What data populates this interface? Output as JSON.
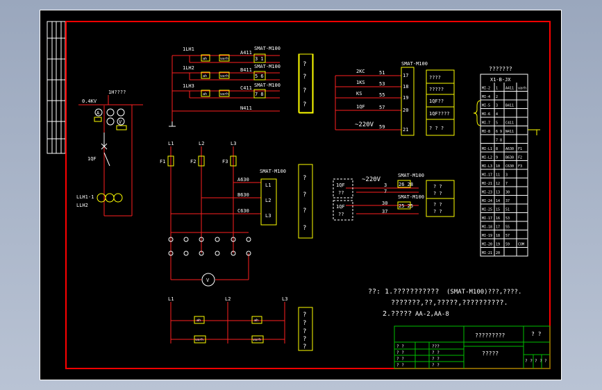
{
  "drawing": {
    "colors": {
      "background": "#000000",
      "frame": "#ff0000",
      "wire": "#ff2020",
      "component": "#ffff00",
      "text": "#ffffff",
      "table_line": "#00c000"
    },
    "left_panel": {
      "bus_label": "1H????",
      "voltage_label": "0.4KV",
      "meter_A": "A",
      "meter_V": "V",
      "switch_label": "1QF",
      "ct_label_1": "LLH1-1",
      "ct_label_2": "LLH2"
    },
    "top_circuit": {
      "coil_labels": [
        "1LH1",
        "1LH2",
        "1LH3"
      ],
      "relay_labels": [
        "ah",
        "ah",
        "ah"
      ],
      "relay2_labels": [
        "varh",
        "varh",
        "varh"
      ],
      "wire_numbers": [
        "A411",
        "B411",
        "C411",
        "N411"
      ],
      "module_labels": [
        "SMAT-M100",
        "SMAT-M100",
        "SMAT-M100"
      ],
      "module_terminals": [
        "3  1",
        "5  6",
        "7  8"
      ],
      "legend_chars": [
        "?",
        "?",
        "?",
        "?"
      ]
    },
    "signal_circuit": {
      "contacts": [
        "2KC",
        "1KS",
        "KS",
        "1QF"
      ],
      "wire_numbers": [
        "51",
        "53",
        "55",
        "57",
        "59"
      ],
      "voltage": "~220V",
      "terminal_numbers": [
        "17",
        "18",
        "19",
        "20",
        "21"
      ],
      "module_label": "SMAT-M100",
      "legend": [
        "????",
        "?????",
        "1QF??",
        "1QF????",
        "? ? ?"
      ]
    },
    "fuse_circuit": {
      "phase_labels": [
        "L1",
        "L2",
        "L3"
      ],
      "fuse_labels": [
        "F1",
        "F2",
        "F3"
      ],
      "wire_numbers": [
        "A630",
        "B630",
        "C630"
      ],
      "module_label": "SMAT-M100",
      "module_terminals": [
        "L1",
        "L2",
        "L3"
      ],
      "voltmeter": "V",
      "legend_chars": [
        "?",
        "?",
        "?",
        "?"
      ]
    },
    "qf_circuit": {
      "boxes": [
        {
          "label": "1QF",
          "sub": "??"
        },
        {
          "label": "1QF",
          "sub": "??"
        }
      ],
      "voltage": "~220V",
      "wire_numbers": [
        "3",
        "7",
        "30",
        "37"
      ],
      "module_labels": [
        "SMAT-M100",
        "SMAT-M100"
      ],
      "module_terminals": [
        "26 28",
        "25 25"
      ],
      "legend": [
        "? ?",
        "? ?",
        "? ?",
        "? ?"
      ]
    },
    "meter_circuit": {
      "phase_labels": [
        "L1",
        "L2",
        "L3"
      ],
      "relay_labels": [
        "ah",
        "ah",
        "varh",
        "varh"
      ],
      "legend_chars": [
        "?",
        "?",
        "?",
        "?",
        "?"
      ]
    },
    "terminal_block": {
      "title": "???????",
      "header": "X1-B-JX",
      "rows": [
        [
          "MI-2",
          "1",
          "A411",
          "varh"
        ],
        [
          "MI-4",
          "2",
          "",
          ""
        ],
        [
          "MI-5",
          "3",
          "B411",
          ""
        ],
        [
          "MI-6",
          "4",
          "",
          ""
        ],
        [
          "MI-7",
          "5",
          "C411",
          ""
        ],
        [
          "MI-8",
          "6 9",
          "N411",
          ""
        ],
        [
          "",
          "7 8",
          "",
          ""
        ],
        [
          "MI-L1",
          "8",
          "A630",
          "F1"
        ],
        [
          "MI-L2",
          "9",
          "B630",
          "F2"
        ],
        [
          "MI-L3",
          "10",
          "C630",
          "F3"
        ],
        [
          "MI-17",
          "11",
          "3",
          ""
        ],
        [
          "MI-21",
          "12",
          "7",
          ""
        ],
        [
          "MI-23",
          "13",
          "30",
          ""
        ],
        [
          "MI-24",
          "14",
          "37",
          ""
        ],
        [
          "MI-25",
          "15",
          "51",
          ""
        ],
        [
          "MI-17",
          "16",
          "53",
          ""
        ],
        [
          "MI-18",
          "17",
          "55",
          ""
        ],
        [
          "MI-19",
          "18",
          "57",
          ""
        ],
        [
          "MI-20",
          "19",
          "59",
          "COM"
        ],
        [
          "MI-21",
          "20",
          "",
          ""
        ]
      ]
    },
    "notes": {
      "line1": "??: 1.???????????",
      "line1b": "(SMAT-M100)???,????.",
      "line2": "???????,??,?????,??????????.",
      "line3a": "2.?????",
      "line3b": "AA-2,AA-8"
    },
    "title_block": {
      "main_title": "?????????",
      "sub_title": "?????",
      "corner": "? ?",
      "cells": [
        "? ?",
        "???",
        "? ?",
        "? ?",
        "? ?",
        "? ?",
        "? ?",
        "? ?"
      ],
      "small_cells": [
        "? ?",
        "? ?",
        "?"
      ]
    }
  }
}
